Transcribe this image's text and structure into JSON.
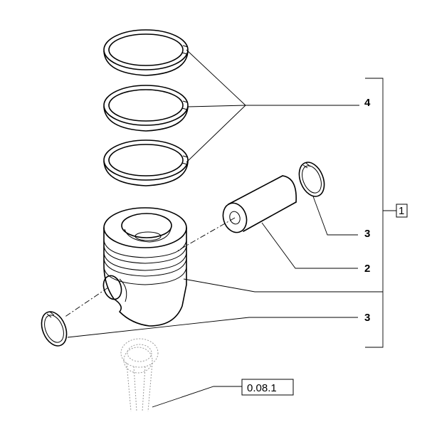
{
  "diagram": {
    "callouts": {
      "piston_rings": "4",
      "circlip_right": "3",
      "piston_pin": "2",
      "circlip_left": "3",
      "group": "1",
      "reference": "0.08.1"
    }
  }
}
